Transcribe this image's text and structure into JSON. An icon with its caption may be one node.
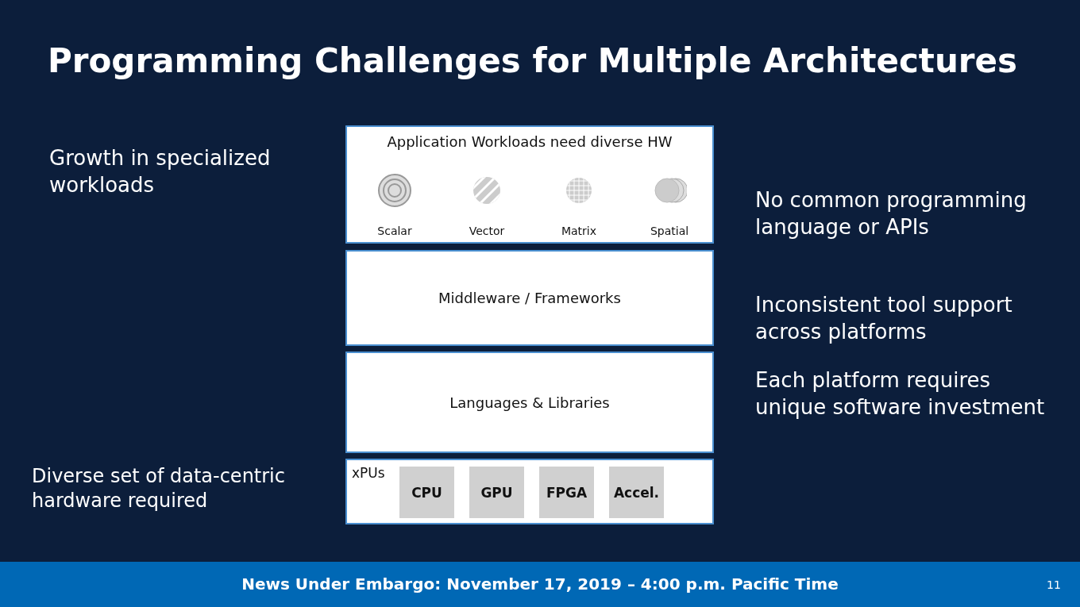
{
  "diagram": {
    "title": "Programming Challenges for Multiple Architectures",
    "nodes": [
      {
        "text": [
          "Application Workloads need diverse HW"
        ]
      },
      {
        "text": [
          "Scalar"
        ],
        "in": 0
      },
      {
        "text": [
          "Vector"
        ],
        "in": 0
      },
      {
        "text": [
          "Matrix"
        ],
        "in": 0
      },
      {
        "text": [
          "Spatial"
        ],
        "in": 0
      },
      {
        "text": [
          "Middleware / Frameworks"
        ]
      },
      {
        "text": [
          "Languages & Libraries"
        ]
      },
      {
        "text": [
          "xPUs"
        ]
      },
      {
        "text": [
          "CPU"
        ],
        "in": 7
      },
      {
        "text": [
          "GPU"
        ],
        "in": 7
      },
      {
        "text": [
          "FPGA"
        ],
        "in": 7
      },
      {
        "text": [
          "Accel."
        ],
        "in": 7
      }
    ],
    "edges": [],
    "labels": [
      "Growth in specialized workloads",
      "No common programming language or APIs",
      "Inconsistent tool support across platforms",
      "Each platform requires unique software investment",
      "Diverse set of data-centric hardware required",
      "News Under Embargo: November 17, 2019 – 4:00 p.m. Pacific Time",
      "11"
    ]
  }
}
